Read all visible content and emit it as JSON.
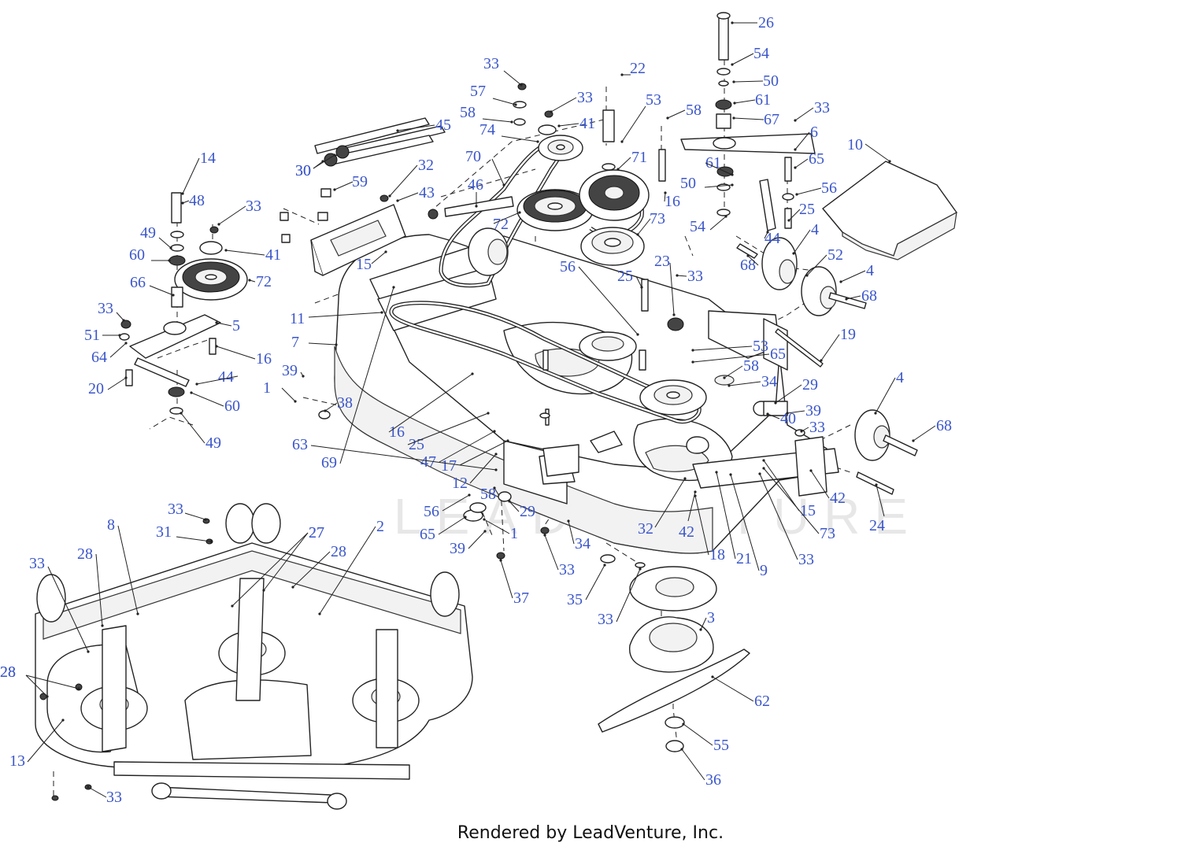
{
  "footer": "Rendered by LeadVenture, Inc.",
  "watermark": "LEADVENTURE",
  "callouts": [
    {
      "label": "33",
      "to": "tail"
    },
    {
      "label": "57",
      "to": "flat"
    },
    {
      "label": "58",
      "to": "flat"
    },
    {
      "label": "33",
      "to": "tail"
    },
    {
      "label": "41",
      "to": "tail"
    },
    {
      "label": "74",
      "to": "tail"
    },
    {
      "label": "45",
      "to": "tail"
    },
    {
      "label": "30",
      "to": "tail"
    },
    {
      "label": "30",
      "to": "tail"
    },
    {
      "label": "70",
      "to": "tail"
    },
    {
      "label": "22",
      "to": "tail"
    },
    {
      "label": "53",
      "to": "tail"
    },
    {
      "label": "71",
      "to": "tail"
    },
    {
      "label": "72",
      "to": "flat"
    },
    {
      "label": "46",
      "to": "tail"
    },
    {
      "label": "73",
      "to": "tail"
    },
    {
      "label": "26",
      "to": "tail"
    },
    {
      "label": "54",
      "to": "tail"
    },
    {
      "label": "50",
      "to": "tail"
    },
    {
      "label": "61",
      "to": "tail"
    },
    {
      "label": "67",
      "to": "tail"
    },
    {
      "label": "33",
      "to": "tail"
    },
    {
      "label": "58",
      "to": "tail"
    },
    {
      "label": "6",
      "to": "tail"
    },
    {
      "label": "61",
      "to": "tail"
    },
    {
      "label": "50",
      "to": "tail"
    },
    {
      "label": "16",
      "to": "tail"
    },
    {
      "label": "54",
      "to": "tail"
    },
    {
      "label": "65",
      "to": "tail"
    },
    {
      "label": "56",
      "to": "tail"
    },
    {
      "label": "25",
      "to": "tail"
    },
    {
      "label": "44",
      "to": "tail"
    },
    {
      "label": "10",
      "to": "tail"
    },
    {
      "label": "4",
      "to": "tail"
    },
    {
      "label": "52",
      "to": "tail"
    },
    {
      "label": "4",
      "to": "tail"
    },
    {
      "label": "68",
      "to": "tail"
    },
    {
      "label": "68",
      "to": "tail"
    },
    {
      "label": "32",
      "to": "tail"
    },
    {
      "label": "59",
      "to": "tail"
    },
    {
      "label": "43",
      "to": "tail"
    },
    {
      "label": "15",
      "to": "tail"
    },
    {
      "label": "14",
      "to": "tail"
    },
    {
      "label": "48",
      "to": "tail"
    },
    {
      "label": "33",
      "to": "tail"
    },
    {
      "label": "49",
      "to": "tail"
    },
    {
      "label": "60",
      "to": "flat"
    },
    {
      "label": "41",
      "to": "tail"
    },
    {
      "label": "72",
      "to": "flat"
    },
    {
      "label": "66",
      "to": "tail"
    },
    {
      "label": "33",
      "to": "tail"
    },
    {
      "label": "51",
      "to": "flat"
    },
    {
      "label": "64",
      "to": "tail"
    },
    {
      "label": "5",
      "to": "tail"
    },
    {
      "label": "16",
      "to": "tail"
    },
    {
      "label": "20",
      "to": "flat"
    },
    {
      "label": "44",
      "to": "tail"
    },
    {
      "label": "60",
      "to": "tail"
    },
    {
      "label": "49",
      "to": "tail"
    },
    {
      "label": "39",
      "to": "tail"
    },
    {
      "label": "1",
      "to": "tail"
    },
    {
      "label": "38",
      "to": "tail"
    },
    {
      "label": "11",
      "to": "tail"
    },
    {
      "label": "7",
      "to": "tail"
    },
    {
      "label": "23",
      "to": "tail"
    },
    {
      "label": "33",
      "to": "tail"
    },
    {
      "label": "25",
      "to": "tail"
    },
    {
      "label": "56",
      "to": "tail"
    },
    {
      "label": "53",
      "to": "tail"
    },
    {
      "label": "65",
      "to": "tail"
    },
    {
      "label": "58",
      "to": "tail"
    },
    {
      "label": "34",
      "to": "tail"
    },
    {
      "label": "29",
      "to": "tail"
    },
    {
      "label": "39",
      "to": "tail"
    },
    {
      "label": "40",
      "to": "tail"
    },
    {
      "label": "33",
      "to": "tail"
    },
    {
      "label": "19",
      "to": "tail"
    },
    {
      "label": "4",
      "to": "tail"
    },
    {
      "label": "68",
      "to": "tail"
    },
    {
      "label": "16",
      "to": "tail"
    },
    {
      "label": "25",
      "to": "tail"
    },
    {
      "label": "63",
      "to": "tail"
    },
    {
      "label": "69",
      "to": "tail"
    },
    {
      "label": "47",
      "to": "tail"
    },
    {
      "label": "17",
      "to": "tail"
    },
    {
      "label": "12",
      "to": "tail"
    },
    {
      "label": "56",
      "to": "tail"
    },
    {
      "label": "58",
      "to": "tail"
    },
    {
      "label": "29",
      "to": "tail"
    },
    {
      "label": "65",
      "to": "tail"
    },
    {
      "label": "1",
      "to": "tail"
    },
    {
      "label": "39",
      "to": "tail"
    },
    {
      "label": "34",
      "to": "tail"
    },
    {
      "label": "33",
      "to": "tail"
    },
    {
      "label": "37",
      "to": "tail"
    },
    {
      "label": "35",
      "to": "tail"
    },
    {
      "label": "32",
      "to": "tail"
    },
    {
      "label": "42",
      "to": "tail"
    },
    {
      "label": "18",
      "to": "tail"
    },
    {
      "label": "21",
      "to": "tail"
    },
    {
      "label": "9",
      "to": "tail"
    },
    {
      "label": "33",
      "to": "tail"
    },
    {
      "label": "73",
      "to": "tail"
    },
    {
      "label": "15",
      "to": "tail"
    },
    {
      "label": "42",
      "to": "tail"
    },
    {
      "label": "24",
      "to": "tail"
    },
    {
      "label": "33",
      "to": "tail"
    },
    {
      "label": "3",
      "to": "tail"
    },
    {
      "label": "62",
      "to": "tail"
    },
    {
      "label": "55",
      "to": "tail"
    },
    {
      "label": "36",
      "to": "tail"
    },
    {
      "label": "33",
      "to": "tail"
    },
    {
      "label": "31",
      "to": "tail"
    },
    {
      "label": "8",
      "to": "tail"
    },
    {
      "label": "27",
      "to": "tail"
    },
    {
      "label": "27",
      "to": "tail"
    },
    {
      "label": "28",
      "to": "tail"
    },
    {
      "label": "2",
      "to": "tail"
    },
    {
      "label": "28",
      "to": "tail"
    },
    {
      "label": "33",
      "to": "tail"
    },
    {
      "label": "28",
      "to": "tail"
    },
    {
      "label": "28",
      "to": "tail"
    },
    {
      "label": "13",
      "to": "tail"
    },
    {
      "label": "33",
      "to": "tail"
    }
  ]
}
